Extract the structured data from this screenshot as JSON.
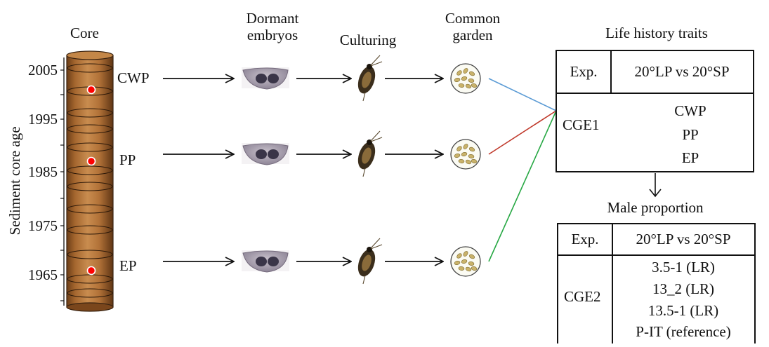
{
  "headers": {
    "core": "Core",
    "dormant": "Dormant\nembryos",
    "culturing": "Culturing",
    "common_garden": "Common\ngarden",
    "life_history": "Life history traits",
    "male_proportion": "Male proportion"
  },
  "axis": {
    "label": "Sediment core age",
    "ticks": [
      "2005",
      "1995",
      "1985",
      "1975",
      "1965"
    ]
  },
  "populations": [
    "CWP",
    "PP",
    "EP"
  ],
  "line_colors": [
    "#5b9bd5",
    "#c0392b",
    "#27a844"
  ],
  "table1": {
    "header": [
      "Exp.",
      "20°LP vs 20°SP"
    ],
    "exp": "CGE1",
    "items": [
      "CWP",
      "PP",
      "EP"
    ]
  },
  "table2": {
    "header": [
      "Exp.",
      "20°LP vs 20°SP"
    ],
    "exp": "CGE2",
    "items": [
      "3.5-1 (LR)",
      "13_2 (LR)",
      "13.5-1 (LR)",
      "P-IT (reference)"
    ]
  }
}
